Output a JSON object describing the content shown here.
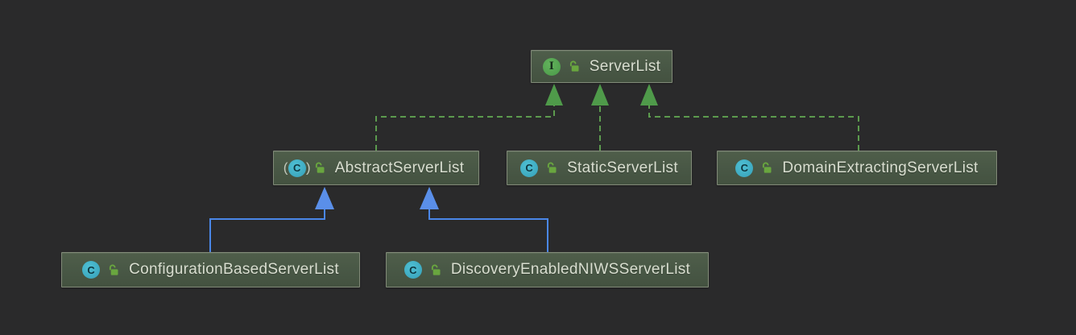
{
  "diagram": {
    "kind": "uml-class-diagram",
    "colors": {
      "background": "#2a2a2b",
      "node_fill": "#485745",
      "node_border": "#818a78",
      "label_text": "#d9ded0",
      "interface_badge": "#4fa24e",
      "class_badge": "#3ea8c0",
      "visibility_icon": "#69a63f",
      "realization_edge": "#5c9b4e",
      "inheritance_edge": "#4a87e8"
    },
    "nodes": [
      {
        "id": "ServerList",
        "label": "ServerList",
        "badge": "I",
        "kind": "interface",
        "visibility": "public"
      },
      {
        "id": "AbstractServerList",
        "label": "AbstractServerList",
        "badge": "C",
        "kind": "abstract-class",
        "visibility": "public"
      },
      {
        "id": "StaticServerList",
        "label": "StaticServerList",
        "badge": "C",
        "kind": "class",
        "visibility": "public"
      },
      {
        "id": "DomainExtractingServerList",
        "label": "DomainExtractingServerList",
        "badge": "C",
        "kind": "class",
        "visibility": "public"
      },
      {
        "id": "ConfigurationBasedServerList",
        "label": "ConfigurationBasedServerList",
        "badge": "C",
        "kind": "class",
        "visibility": "public"
      },
      {
        "id": "DiscoveryEnabledNIWSServerList",
        "label": "DiscoveryEnabledNIWSServerList",
        "badge": "C",
        "kind": "class",
        "visibility": "public"
      }
    ],
    "edges": [
      {
        "from": "AbstractServerList",
        "to": "ServerList",
        "type": "realization",
        "style": "dashed-green"
      },
      {
        "from": "StaticServerList",
        "to": "ServerList",
        "type": "realization",
        "style": "dashed-green"
      },
      {
        "from": "DomainExtractingServerList",
        "to": "ServerList",
        "type": "realization",
        "style": "dashed-green"
      },
      {
        "from": "ConfigurationBasedServerList",
        "to": "AbstractServerList",
        "type": "inheritance",
        "style": "solid-blue"
      },
      {
        "from": "DiscoveryEnabledNIWSServerList",
        "to": "AbstractServerList",
        "type": "inheritance",
        "style": "solid-blue"
      }
    ]
  }
}
